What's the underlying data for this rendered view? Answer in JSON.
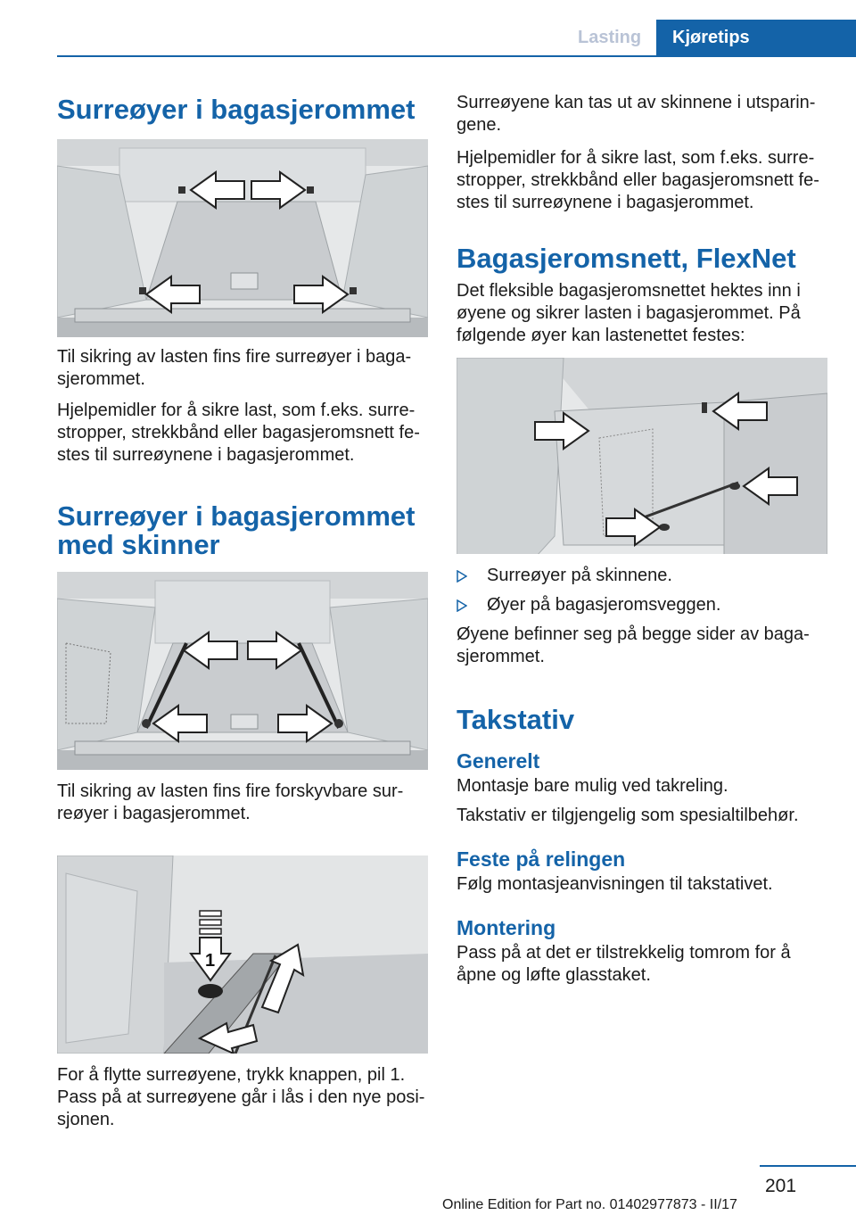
{
  "header": {
    "tab_inactive": "Lasting",
    "tab_active": "Kjøretips"
  },
  "left": {
    "h1": "Surreøyer i bagasjerommet",
    "p1": "Til sikring av lasten fins fire surreøyer i baga­sjerommet.",
    "p2": "Hjelpemidler for å sikre last, som f.eks. surre­stropper, strekkbånd eller bagasjeromsnett fe­stes til surreøynene i bagasjerommet.",
    "h1b": "Surreøyer i bagasjerommet med skinner",
    "p3": "Til sikring av lasten fins fire forskyvbare sur­reøyer i bagasjerommet.",
    "p4": "For å flytte surreøyene, trykk knappen, pil 1. Pass på at surreøyene går i lås i den nye posi­sjonen.",
    "fig3_label": "1"
  },
  "right": {
    "p1": "Surreøyene kan tas ut av skinnene i utsparin­gene.",
    "p2": "Hjelpemidler for å sikre last, som f.eks. surre­stropper, strekkbånd eller bagasjeromsnett fe­stes til surreøynene i bagasjerommet.",
    "h1": "Bagasjeromsnett, FlexNet",
    "p3": "Det fleksible bagasjeromsnettet hektes inn i øyene og sikrer lasten i bagasjerommet. På føl­gende øyer kan lastenettet festes:",
    "bullets": [
      "Surreøyer på skinnene.",
      "Øyer på bagasjeromsveggen."
    ],
    "p4": "Øyene befinner seg på begge sider av baga­sjerommet.",
    "h1b": "Takstativ",
    "h2a": "Generelt",
    "p5": "Montasje bare mulig ved takreling.",
    "p6": "Takstativ er tilgjengelig som spesialtilbehør.",
    "h2b": "Feste på relingen",
    "p7": "Følg montasjeanvisningen til takstativet.",
    "h2c": "Montering",
    "p8": "Pass på at det er tilstrekkelig tomrom for å åpne og løfte glasstaket."
  },
  "footer": {
    "page": "201",
    "edition": "Online Edition for Part no. 01402977873 - II/17"
  },
  "colors": {
    "accent": "#1463a8",
    "tab_inactive_text": "#b9c3d6"
  },
  "icons": {
    "bullet": "triangle-right-icon",
    "arrow": "arrow-icon"
  }
}
